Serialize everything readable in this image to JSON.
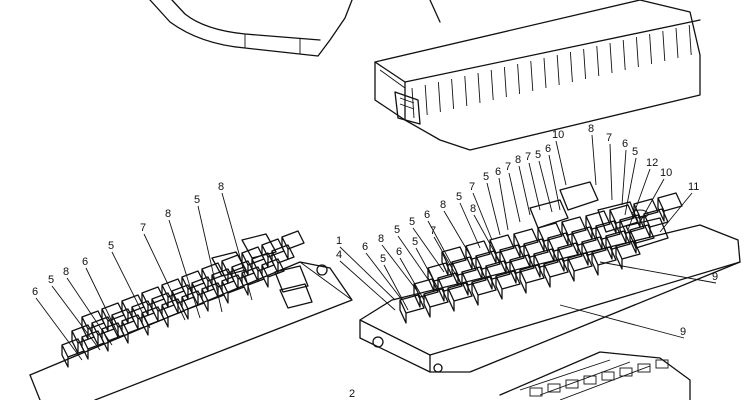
{
  "callouts": {
    "main_box": [
      "10",
      "8",
      "7",
      "6",
      "5",
      "12",
      "10",
      "11",
      "8",
      "7",
      "6",
      "5",
      "7",
      "5",
      "8",
      "6",
      "5",
      "5",
      "8",
      "6",
      "7",
      "5",
      "6",
      "8",
      "7",
      "5",
      "6",
      "5",
      "9",
      "9",
      "1",
      "4"
    ],
    "left_box": [
      "8",
      "5",
      "8",
      "7",
      "5",
      "6",
      "8",
      "5",
      "6"
    ],
    "bottom": "2"
  }
}
